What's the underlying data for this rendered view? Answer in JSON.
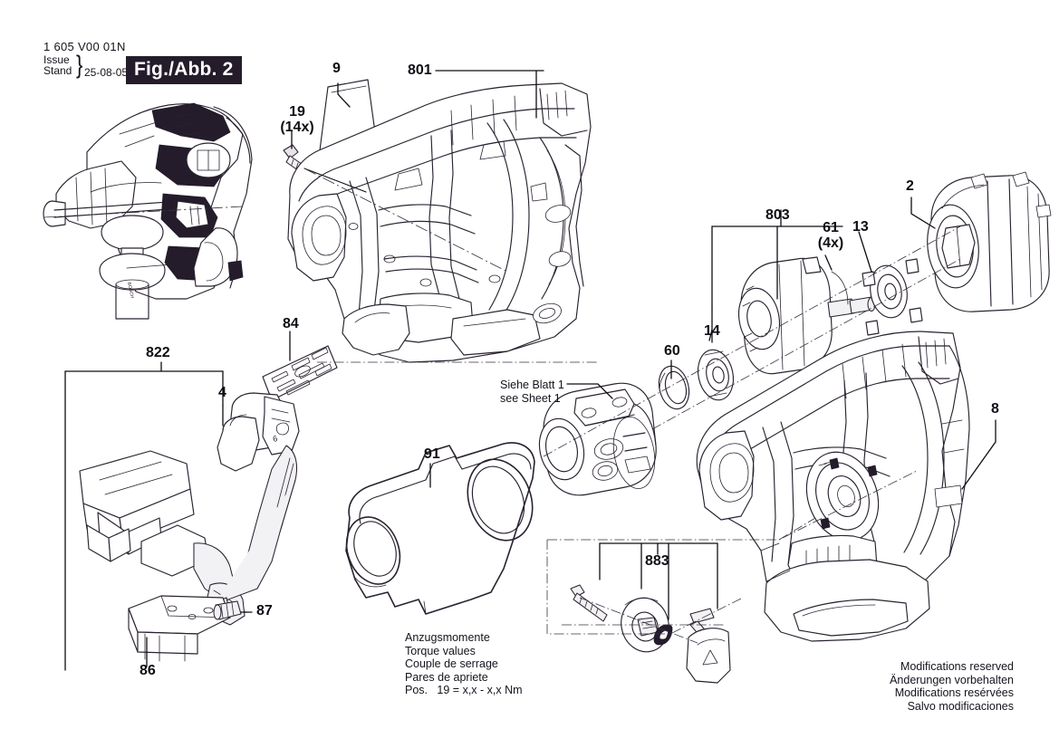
{
  "sheet": {
    "part_number": "1 605 V00 01N",
    "issue_label": "Issue",
    "stand_label": "Stand",
    "brace": "}",
    "date": "25-08-05",
    "figure": "Fig./Abb. 2"
  },
  "notes": {
    "see_sheet": "Siehe Blatt 1\nsee Sheet 1",
    "torque": "Anzugsmomente\nTorque values\nCouple de serrage\nPares de apriete\nPos.   19 = x,x - x,x Nm",
    "disclaimer": "Modifications reserved\nÄnderungen vorbehalten\nModifications resérvées\nSalvo modificaciones"
  },
  "callouts": [
    {
      "id": "c9",
      "label": "9"
    },
    {
      "id": "c801",
      "label": "801"
    },
    {
      "id": "c19",
      "label": "19\n(14x)"
    },
    {
      "id": "c2",
      "label": "2"
    },
    {
      "id": "c803",
      "label": "803"
    },
    {
      "id": "c61",
      "label": "61\n(4x)"
    },
    {
      "id": "c13",
      "label": "13"
    },
    {
      "id": "c14",
      "label": "14"
    },
    {
      "id": "c60",
      "label": "60"
    },
    {
      "id": "c8",
      "label": "8"
    },
    {
      "id": "c84",
      "label": "84"
    },
    {
      "id": "c822",
      "label": "822"
    },
    {
      "id": "c4",
      "label": "4"
    },
    {
      "id": "c91",
      "label": "91"
    },
    {
      "id": "c87",
      "label": "87"
    },
    {
      "id": "c86",
      "label": "86"
    },
    {
      "id": "c883",
      "label": "883"
    }
  ],
  "colors": {
    "ink": "#2a2230",
    "text": "#16121c",
    "fig_badge_bg": "#241c2b",
    "fig_badge_fg": "#ffffff",
    "paper": "#ffffff"
  },
  "drawing": {
    "type": "exploded-parts-diagram",
    "subject": "rotary hammer drill",
    "assemblies": [
      "assembled-tool-cutaway",
      "left-housing-half",
      "motor-armature",
      "motor-housing-cap",
      "gear-housing",
      "right-housing-half",
      "switch-assembly",
      "pcb-plate",
      "gasket-seal",
      "mode-selector-group"
    ]
  }
}
